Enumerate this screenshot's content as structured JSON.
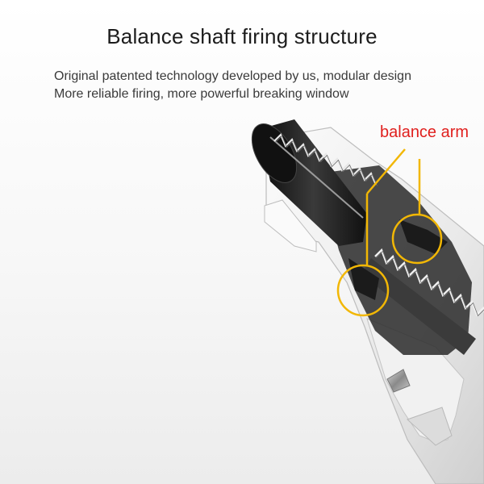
{
  "heading": {
    "title": "Balance shaft firing structure"
  },
  "description": {
    "line1": "Original patented technology developed by us, modular design",
    "line2": "More reliable firing, more powerful breaking window"
  },
  "callout": {
    "label": "balance arm"
  },
  "colors": {
    "title_text": "#1c1c1c",
    "body_text": "#3a3a3a",
    "callout_text": "#e0201e",
    "highlight_ring": "#f2b705",
    "housing_white": "#f4f4f4",
    "core_black": "#1a1a1a"
  },
  "icons": [
    "spring-icon",
    "highlight-ring-icon"
  ]
}
